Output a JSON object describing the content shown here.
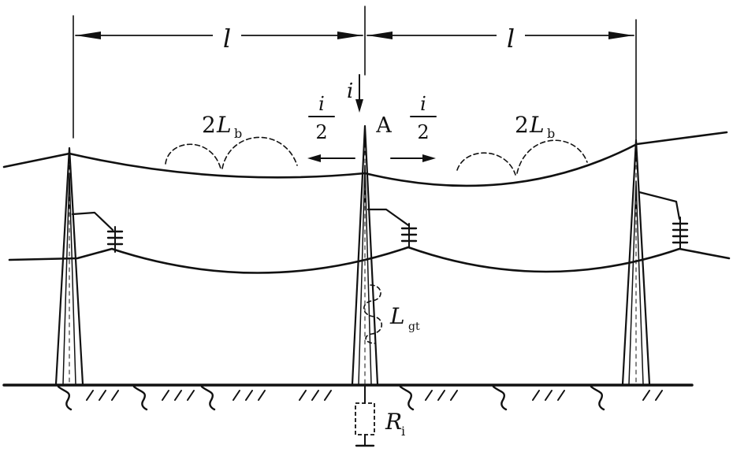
{
  "span_labels": {
    "left": "l",
    "right": "l"
  },
  "current": {
    "i": "i",
    "half_num": "i",
    "half_den": "2"
  },
  "point_label": "A",
  "inductance": {
    "coef": "2",
    "L": "L",
    "sub": "b"
  },
  "tower_inductance": {
    "L": "L",
    "sub": "gt"
  },
  "resistance": {
    "R": "R",
    "sub": "i"
  },
  "colors": {
    "ink": "#111111",
    "background": "#ffffff"
  }
}
